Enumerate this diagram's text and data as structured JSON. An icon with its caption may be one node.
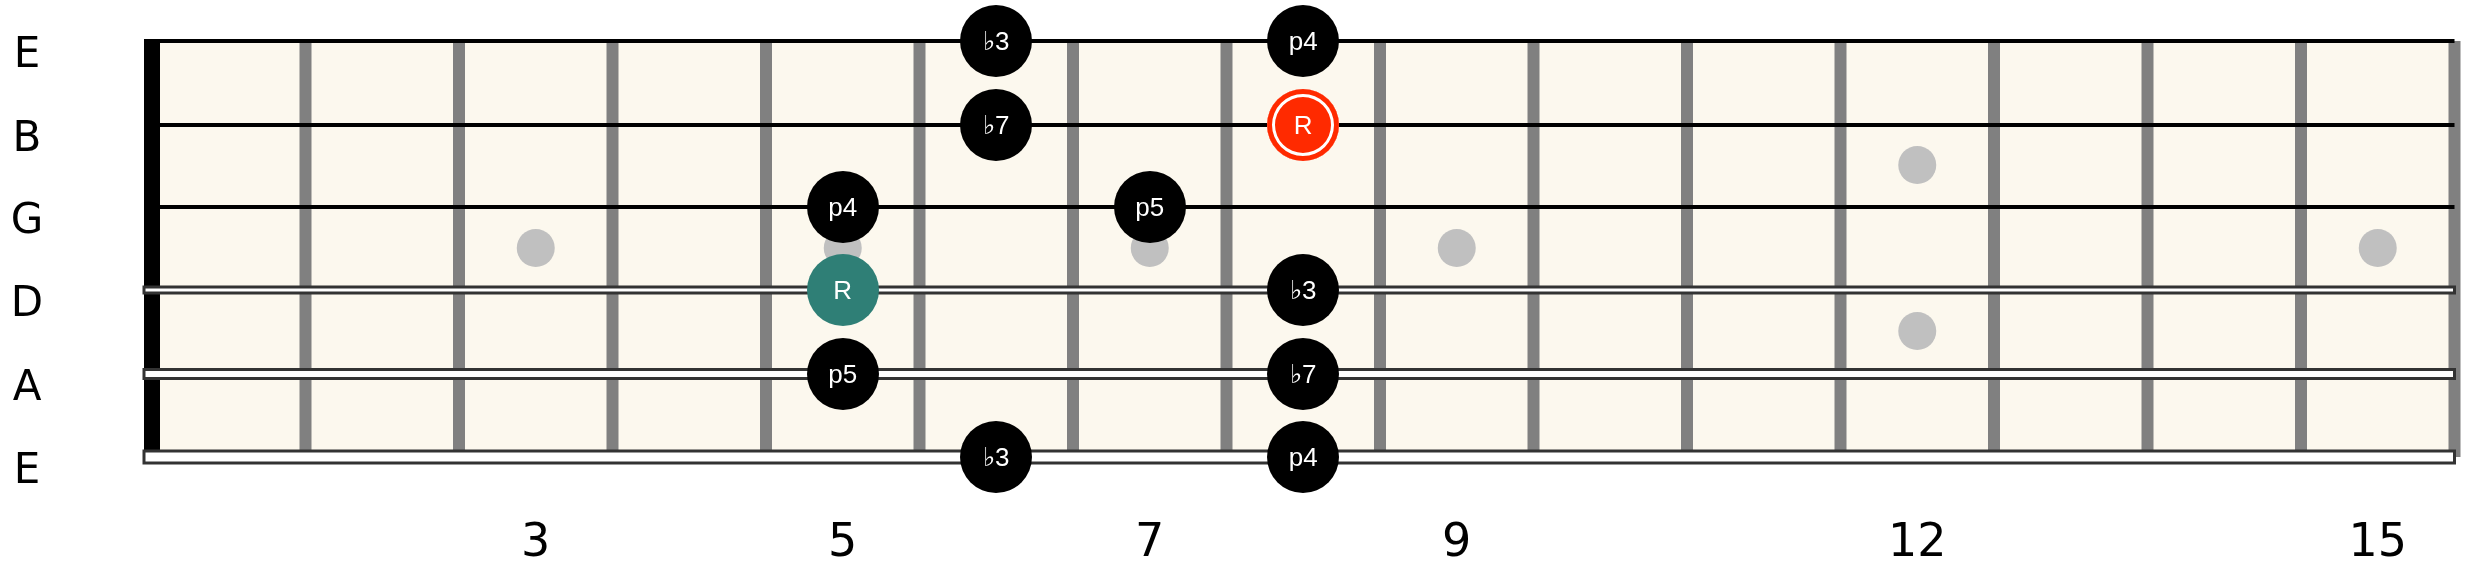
{
  "diagram": {
    "nodes": [
      {
        "text": [
          "♭3"
        ]
      },
      {
        "text": [
          "p4"
        ]
      },
      {
        "text": [
          "♭7"
        ]
      },
      {
        "text": [
          "R"
        ]
      },
      {
        "text": [
          "p4"
        ]
      },
      {
        "text": [
          "p5"
        ]
      },
      {
        "text": [
          "R"
        ]
      },
      {
        "text": [
          "♭3"
        ]
      },
      {
        "text": [
          "p5"
        ]
      },
      {
        "text": [
          "♭7"
        ]
      },
      {
        "text": [
          "♭3"
        ]
      },
      {
        "text": [
          "p4"
        ]
      }
    ],
    "labels": [
      "E",
      "B",
      "G",
      "D",
      "A",
      "E",
      "3",
      "5",
      "7",
      "9",
      "12",
      "15"
    ]
  }
}
